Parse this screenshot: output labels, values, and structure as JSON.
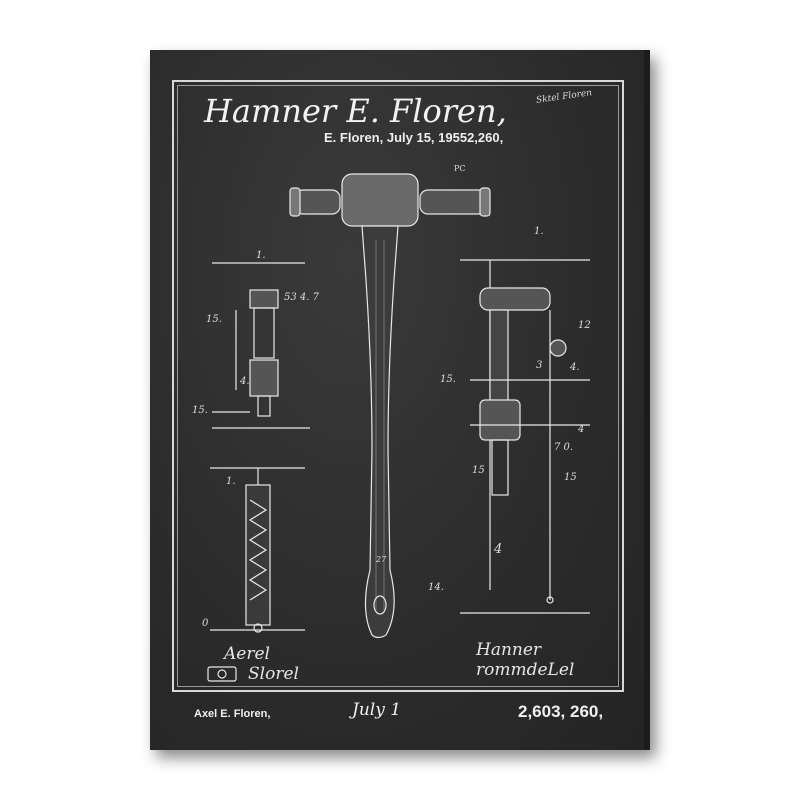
{
  "poster": {
    "title": "Hamner E. Floren,",
    "subtitle": "E. Floren, July 15, 19552,260,",
    "corner_signature": "Sktel Floren",
    "hammer_label_top": "PC",
    "labels": {
      "left_top_dim": "1.",
      "left_num_1": "53 4. 7",
      "left_num_2": "15.",
      "left_num_3": "4.",
      "left_num_4": "15.",
      "left_bottom_dim": "1.",
      "left_bottom_zero": "0",
      "right_top_dim": "1.",
      "right_num_1": "15.",
      "right_num_2": "12",
      "right_num_3": "3",
      "right_num_4": "4.",
      "right_num_5": "4",
      "right_num_6": "7 0.",
      "right_num_7": "15",
      "right_num_8": "15",
      "right_num_9": "4",
      "handle_num": "14.",
      "handle_mark": "27"
    },
    "signature_left": [
      "Aerel",
      "Slorel"
    ],
    "signature_right": [
      "Hanner",
      "rommdeLel"
    ],
    "footer_name": "Axel E. Floren,",
    "footer_date": "July 1",
    "footer_number": "2,603, 260,"
  }
}
